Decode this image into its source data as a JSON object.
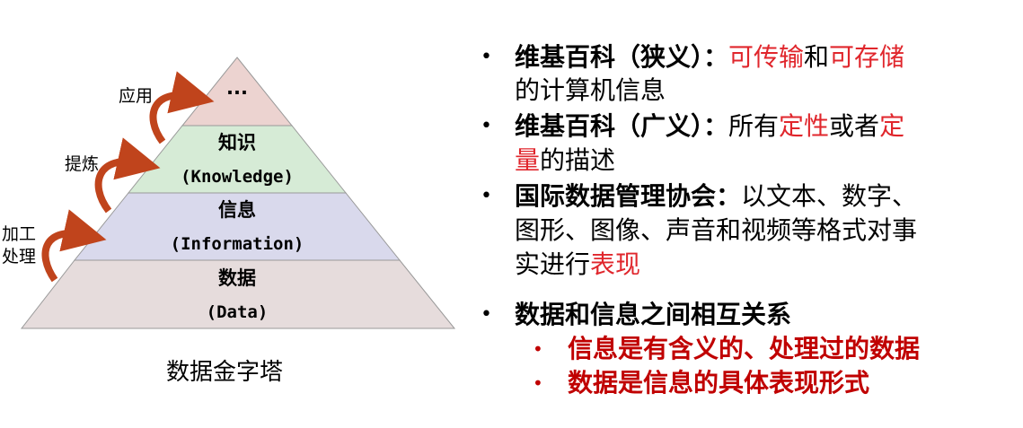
{
  "pyramid": {
    "caption": "数据金字塔",
    "levels": [
      {
        "title": "...",
        "subtitle": "",
        "color": "#ecd3d0"
      },
      {
        "title": "知识",
        "subtitle": "(Knowledge)",
        "color": "#d6ebd6"
      },
      {
        "title": "信息",
        "subtitle": "(Information)",
        "color": "#d9d9ec"
      },
      {
        "title": "数据",
        "subtitle": "(Data)",
        "color": "#e6dcdc"
      }
    ],
    "arrows": [
      {
        "label": "应用"
      },
      {
        "label": "提炼"
      },
      {
        "label_line1": "加工",
        "label_line2": "处理"
      }
    ],
    "arrow_color": "#c0441c"
  },
  "bullets": {
    "b1": {
      "l1a": "维基百科（狭义）：",
      "l1b": "可传输",
      "l1c": "和",
      "l1d": "可存储",
      "l2": "的计算机信息"
    },
    "b2": {
      "l1a": "维基百科（广义）：",
      "l1b": "所有",
      "l1c": "定性",
      "l1d": "或者",
      "l1e": "定",
      "l2a": "量",
      "l2b": "的描述"
    },
    "b3": {
      "l1a": "国际数据管理协会：",
      "l1b": "以文本、数字、",
      "l2": "图形、图像、声音和视频等格式对事",
      "l3a": "实进行",
      "l3b": "表现"
    },
    "b4": {
      "l1": "数据和信息之间相互关系",
      "s1": "信息是有含义的、处理过的数据",
      "s2": "数据是信息的具体表现形式"
    },
    "bullet_glyph": "•"
  }
}
